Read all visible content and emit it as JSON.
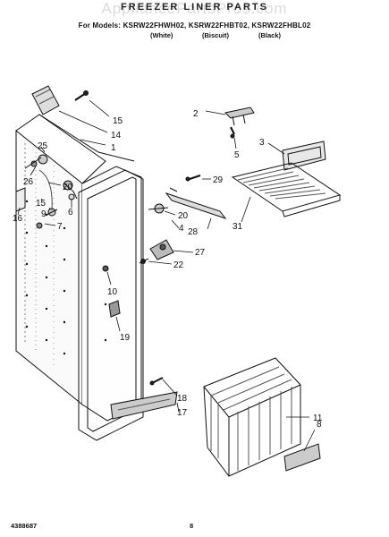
{
  "header": {
    "watermark": "AppliancePartsPros.com",
    "title": "FREEZER LINER PARTS",
    "models": "For Models: KSRW22FHWH02, KSRW22FHBT02, KSRW22FHBL02",
    "colors": [
      "(White)",
      "(Biscuit)",
      "(Black)"
    ]
  },
  "callouts": {
    "p1": "1",
    "p2": "2",
    "p3": "3",
    "p4": "4",
    "p5": "5",
    "p6": "6",
    "p7": "7",
    "p8": "8",
    "p9": "9",
    "p10": "10",
    "p11": "11",
    "p14": "14",
    "p15a": "15",
    "p15b": "15",
    "p16": "16",
    "p17": "17",
    "p18": "18",
    "p19": "19",
    "p20a": "20",
    "p20b": "20",
    "p22": "22",
    "p25": "25",
    "p26": "26",
    "p27": "27",
    "p28": "28",
    "p29": "29",
    "p31": "31"
  },
  "footer": {
    "doc_number": "4388687",
    "page": "8"
  }
}
